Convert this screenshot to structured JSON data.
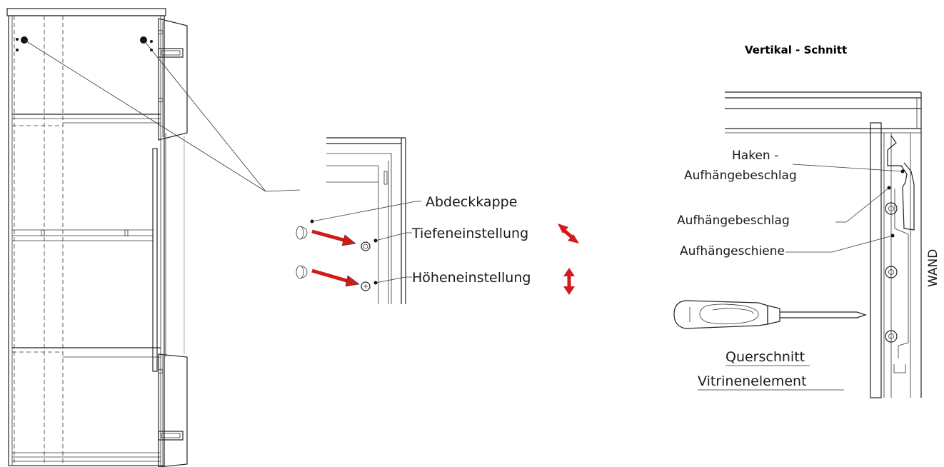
{
  "labels": {
    "abdeckkappe": "Abdeckkappe",
    "tiefeneinstellung": "Tiefeneinstellung",
    "hoeheneinstellung": "Höheneinstellung",
    "section_title": "Vertikal - Schnitt",
    "haken_line1": "Haken -",
    "haken_line2": "Aufhängebeschlag",
    "aufhaengebeschlag": "Aufhängebeschlag",
    "aufhaengeschiene": "Aufhängeschiene",
    "wand": "WAND",
    "querschnitt_line1": "Querschnitt",
    "querschnitt_line2": "Vitrinenelement"
  },
  "colors": {
    "arrow_red": "#d11a1a",
    "line": "#222222"
  }
}
